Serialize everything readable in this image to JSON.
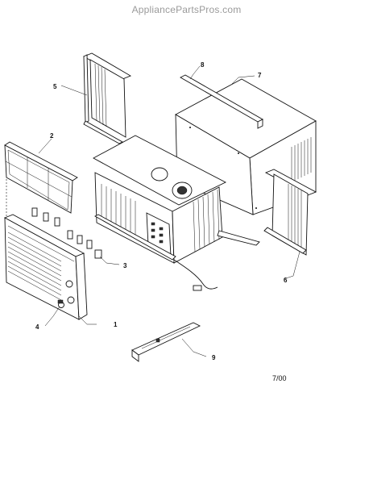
{
  "watermark": "AppliancePartsPros.com",
  "date_code": "7/00",
  "callouts": [
    "1",
    "2",
    "3",
    "4",
    "5",
    "6",
    "7",
    "8",
    "9"
  ],
  "parts": [
    "front-grille",
    "filter",
    "mounting-clips",
    "control-knob",
    "left-side-curtain",
    "right-side-curtain",
    "cabinet",
    "top-rail",
    "window-sill-bracket",
    "chassis"
  ]
}
